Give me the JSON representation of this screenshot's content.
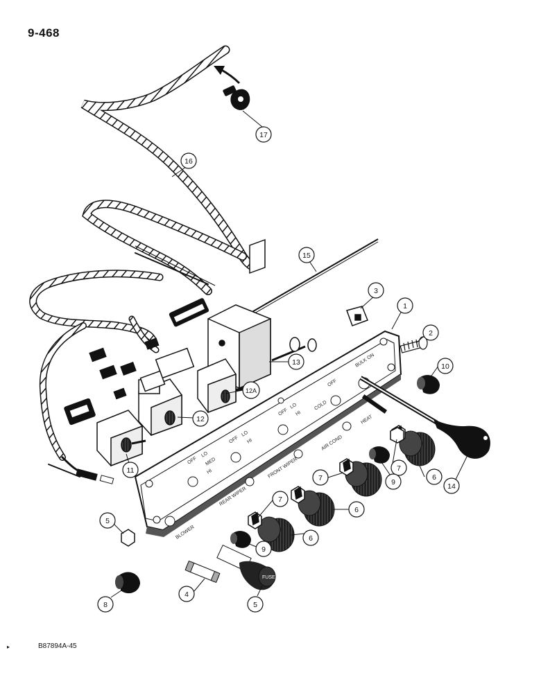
{
  "page": {
    "number": "9-468",
    "figure_code": "B87894A-45"
  },
  "panel_labels": {
    "blower": "BLOWER",
    "rear_wiper": "REAR WIPER",
    "front_wiper": "FRONT WIPER",
    "air_cond": "AIR COND",
    "heat": "HEAT",
    "cold": "COLD",
    "off": "OFF",
    "lo": "LO",
    "med": "MED",
    "hi": "HI",
    "bulk_on": "BULK ON",
    "fuse": "FUSE"
  },
  "callouts": [
    "17",
    "16",
    "15",
    "3",
    "1",
    "2",
    "13",
    "12A",
    "12",
    "10",
    "11",
    "5",
    "14",
    "7",
    "9",
    "6",
    "8",
    "4"
  ]
}
